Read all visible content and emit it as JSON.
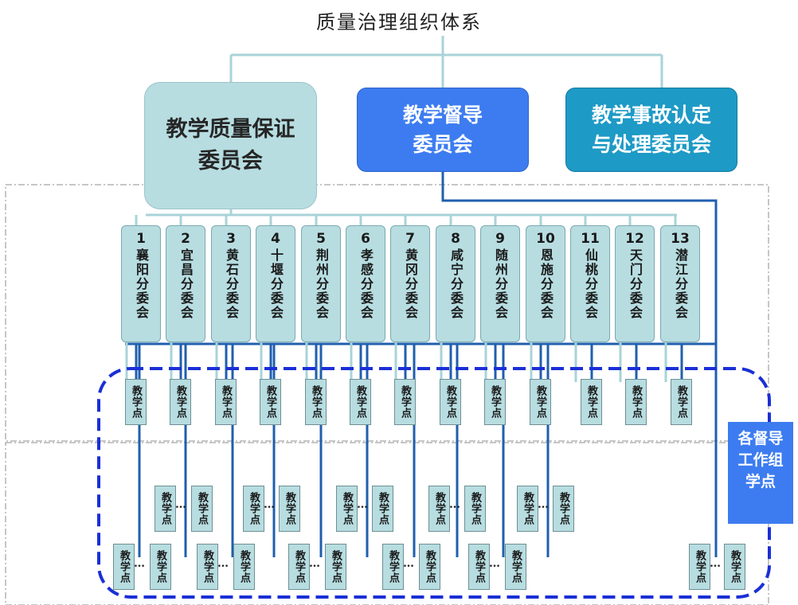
{
  "title": "质量治理组织体系",
  "committees": {
    "qa_line1": "教学质量保证",
    "qa_line2": "委员会",
    "supervision_line1": "教学督导",
    "supervision_line2": "委员会",
    "accident_line1": "教学事故认定",
    "accident_line2": "与处理委员会"
  },
  "branches": [
    {
      "num": "1",
      "name": "襄阳"
    },
    {
      "num": "2",
      "name": "宜昌"
    },
    {
      "num": "3",
      "name": "黄石"
    },
    {
      "num": "4",
      "name": "十堰"
    },
    {
      "num": "5",
      "name": "荆州"
    },
    {
      "num": "6",
      "name": "孝感"
    },
    {
      "num": "7",
      "name": "黄冈"
    },
    {
      "num": "8",
      "name": "咸宁"
    },
    {
      "num": "9",
      "name": "随州"
    },
    {
      "num": "10",
      "name": "恩施"
    },
    {
      "num": "11",
      "name": "仙桃"
    },
    {
      "num": "12",
      "name": "天门"
    },
    {
      "num": "13",
      "name": "潜江"
    }
  ],
  "branch_suffix": "分委会",
  "point_label": "教学点",
  "ellipsis": "…",
  "side_label": "各督导工作组学点",
  "colors": {
    "light_box": "#b7dde1",
    "supervision_blue": "#3d7cf0",
    "accident_teal": "#1e9ac6",
    "connector_light": "#a9d3d8",
    "connector_dark": "#1f5fae",
    "dashed_boundary": "#1a2fd6"
  }
}
